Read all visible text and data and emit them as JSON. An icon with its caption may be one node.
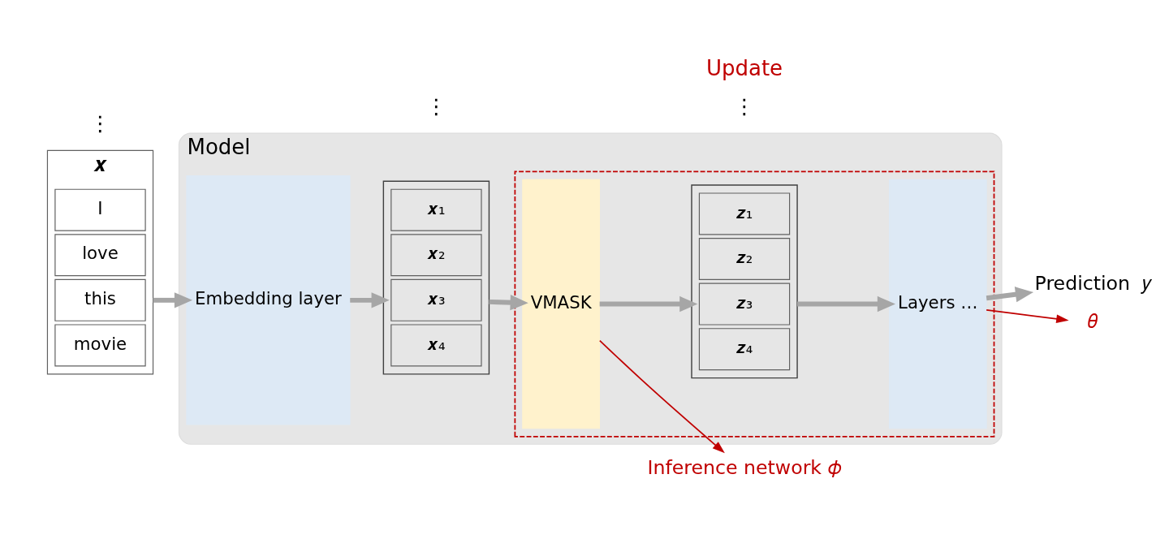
{
  "diagram": {
    "nodes": [
      {
        "text": [
          "𝒙"
        ]
      },
      {
        "text": [
          "I"
        ],
        "in": 0
      },
      {
        "text": [
          "love"
        ],
        "in": 0
      },
      {
        "text": [
          "this"
        ],
        "in": 0
      },
      {
        "text": [
          "movie"
        ],
        "in": 0
      },
      {
        "text": [
          "Model"
        ]
      },
      {
        "text": [
          "Embedding layer"
        ],
        "in": 5
      },
      {
        "text": [],
        "shape": "box",
        "in": 5
      },
      {
        "text": [
          "𝒙₁"
        ],
        "in": 7
      },
      {
        "text": [
          "𝒙₂"
        ],
        "in": 7
      },
      {
        "text": [
          "𝒙₃"
        ],
        "in": 7
      },
      {
        "text": [
          "𝒙₄"
        ],
        "in": 7
      },
      {
        "text": [],
        "shape": "box",
        "in": 5
      },
      {
        "text": [
          "VMASK"
        ],
        "in": 12
      },
      {
        "text": [],
        "shape": "box",
        "in": 12
      },
      {
        "text": [
          "𝒛₁"
        ],
        "in": 14
      },
      {
        "text": [
          "𝒛₂"
        ],
        "in": 14
      },
      {
        "text": [
          "𝒛₃"
        ],
        "in": 14
      },
      {
        "text": [
          "𝒛₄"
        ],
        "in": 14
      },
      {
        "text": [
          "Layers …"
        ],
        "in": 12
      },
      {
        "text": [
          "Prediction  𝑦"
        ]
      },
      {
        "text": [
          "Inference network 𝜙"
        ]
      },
      {
        "text": [
          "𝜃"
        ]
      }
    ],
    "edges": [
      {
        "from": 0,
        "to": 6,
        "arrow": "to"
      },
      {
        "from": 6,
        "to": 7,
        "arrow": "to"
      },
      {
        "from": 7,
        "to": 13,
        "arrow": "to"
      },
      {
        "from": 13,
        "to": 14,
        "arrow": "to"
      },
      {
        "from": 14,
        "to": 19,
        "arrow": "to"
      },
      {
        "from": 19,
        "to": 20,
        "arrow": "to"
      },
      {
        "from": 13,
        "to": 21,
        "arrow": "to",
        "color": "#c00000"
      },
      {
        "from": 19,
        "to": 22,
        "arrow": "to",
        "color": "#c00000"
      }
    ],
    "labels": [
      "⋮",
      "⋮",
      "⋮",
      "Update"
    ]
  }
}
